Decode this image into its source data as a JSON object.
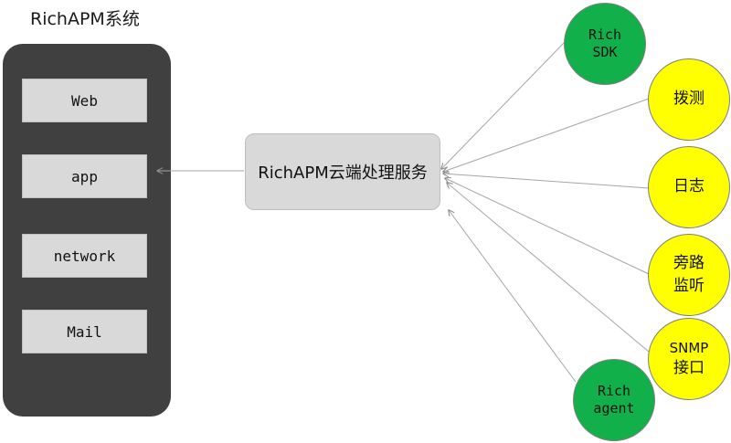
{
  "title": "RichAPM系统",
  "modules": [
    "Web",
    "app",
    "network",
    "Mail"
  ],
  "hub": "RichAPM云端处理服务",
  "sources": [
    {
      "line1": "Rich",
      "line2": "SDK",
      "color": "green"
    },
    {
      "line1": "拨测",
      "line2": "",
      "color": "yellow"
    },
    {
      "line1": "日志",
      "line2": "",
      "color": "yellow"
    },
    {
      "line1": "旁路",
      "line2": "监听",
      "color": "yellow"
    },
    {
      "line1": "SNMP",
      "line2": "接口",
      "color": "yellow"
    },
    {
      "line1": "Rich",
      "line2": "agent",
      "color": "green"
    }
  ],
  "colors": {
    "panel": "#404040",
    "module": "#d9d9d9",
    "green": "#12b04a",
    "yellow": "#ffff00",
    "connector": "#a6a6a6"
  }
}
